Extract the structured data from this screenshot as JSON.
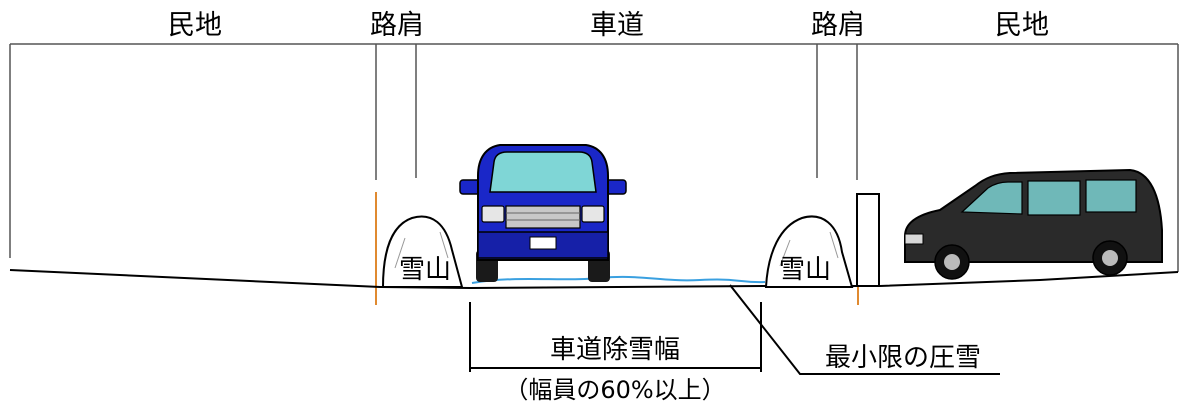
{
  "header": {
    "private_land_left": "民地",
    "shoulder_left": "路肩",
    "roadway": "車道",
    "shoulder_right": "路肩",
    "private_land_right": "民地"
  },
  "snow_piles": {
    "left": "雪山",
    "right": "雪山"
  },
  "annotations": {
    "clear_width": "車道除雪幅",
    "clear_width_note": "（幅員の60%以上）",
    "packed_snow": "最小限の圧雪"
  },
  "colors": {
    "front_van_body": "#1a27c8",
    "rear_van_body": "#2a2a2a",
    "snow_line": "#3aa0e0",
    "marker": "#e08a30"
  }
}
